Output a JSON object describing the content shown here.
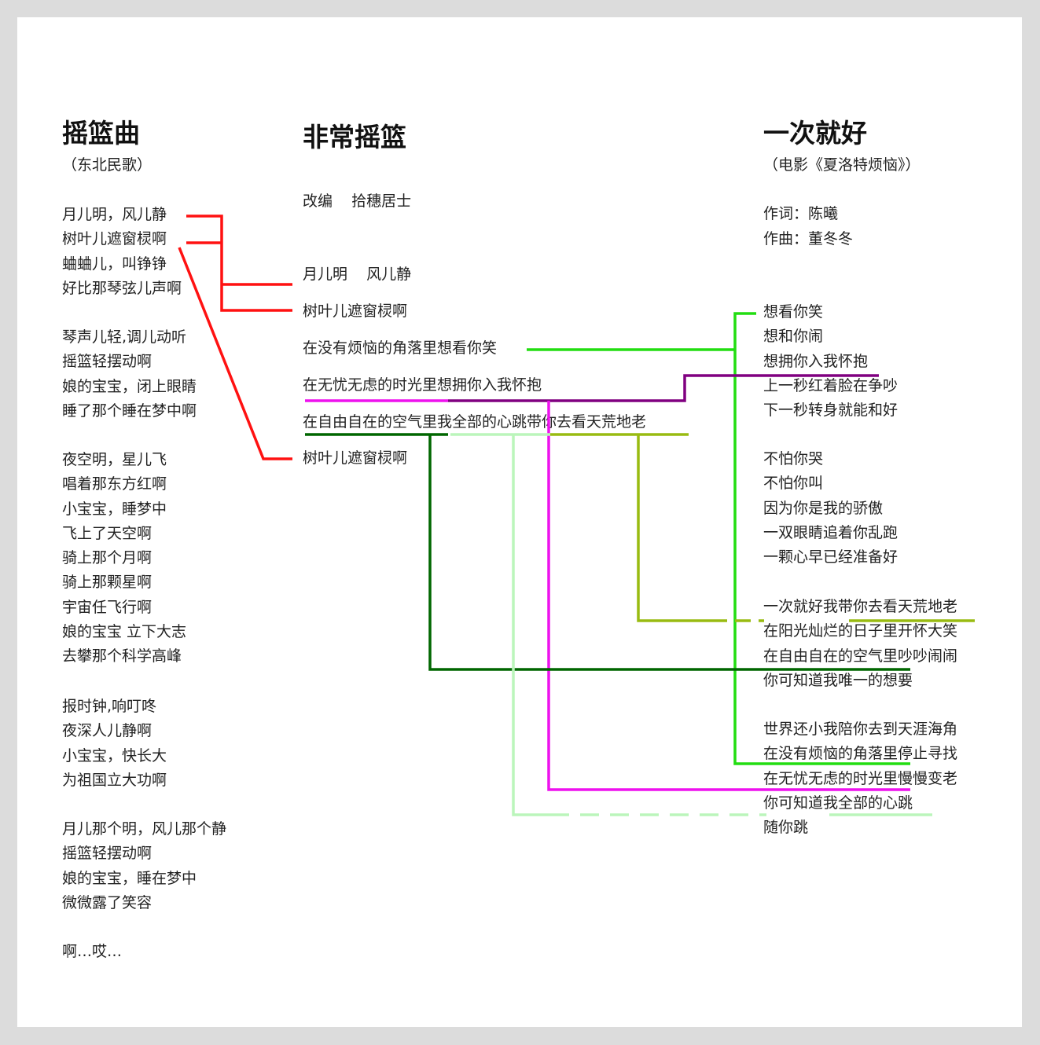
{
  "left": {
    "title": "摇篮曲",
    "subtitle": "（东北民歌）",
    "stanzas": [
      [
        "月儿明，风儿静",
        "树叶儿遮窗棂啊",
        "蛐蛐儿，叫铮铮",
        "好比那琴弦儿声啊"
      ],
      [
        "琴声儿轻,调儿动听",
        "摇篮轻摆动啊",
        "娘的宝宝，闭上眼睛",
        "睡了那个睡在梦中啊"
      ],
      [
        "夜空明，星儿飞",
        "唱着那东方红啊",
        "小宝宝，睡梦中",
        "飞上了天空啊",
        "骑上那个月啊",
        "骑上那颗星啊",
        "宇宙任飞行啊",
        "娘的宝宝  立下大志",
        "去攀那个科学高峰"
      ],
      [
        "报时钟,响叮咚",
        "夜深人儿静啊",
        "小宝宝，快长大",
        "为祖国立大功啊"
      ],
      [
        "月儿那个明，风儿那个静",
        "摇篮轻摆动啊",
        "娘的宝宝，睡在梦中",
        "微微露了笑容"
      ],
      [
        "啊…哎…"
      ]
    ]
  },
  "middle": {
    "title": "非常摇篮",
    "credit": "改编    拾穗居士",
    "lines": [
      "月儿明    风儿静",
      "树叶儿遮窗棂啊",
      "在没有烦恼的角落里想看你笑",
      "在无忧无虑的时光里想拥你入我怀抱",
      "在自由自在的空气里我全部的心跳带你去看天荒地老",
      "树叶儿遮窗棂啊"
    ]
  },
  "right": {
    "title": "一次就好",
    "subtitle": "（电影《夏洛特烦恼》）",
    "lyricist": "作词：陈曦",
    "composer": "作曲：董冬冬",
    "stanzas": [
      [
        "想看你笑",
        "想和你闹",
        "想拥你入我怀抱",
        "上一秒红着脸在争吵",
        "下一秒转身就能和好"
      ],
      [
        "不怕你哭",
        "不怕你叫",
        "因为你是我的骄傲",
        "一双眼睛追着你乱跑",
        "一颗心早已经准备好"
      ],
      [
        "一次就好我带你去看天荒地老",
        "在阳光灿烂的日子里开怀大笑",
        "在自由自在的空气里吵吵闹闹",
        "你可知道我唯一的想要"
      ],
      [
        "世界还小我陪你去到天涯海角",
        "在没有烦恼的角落里停止寻找",
        "在无忧无虑的时光里慢慢变老",
        "你可知道我全部的心跳",
        "随你跳"
      ]
    ]
  },
  "colors": {
    "red": "#ff1111",
    "green": "#22dd11",
    "purple": "#800080",
    "magenta": "#ee11ee",
    "darkgreen": "#006600",
    "lightgreen": "#bbf5bb",
    "olive": "#99bb11"
  }
}
